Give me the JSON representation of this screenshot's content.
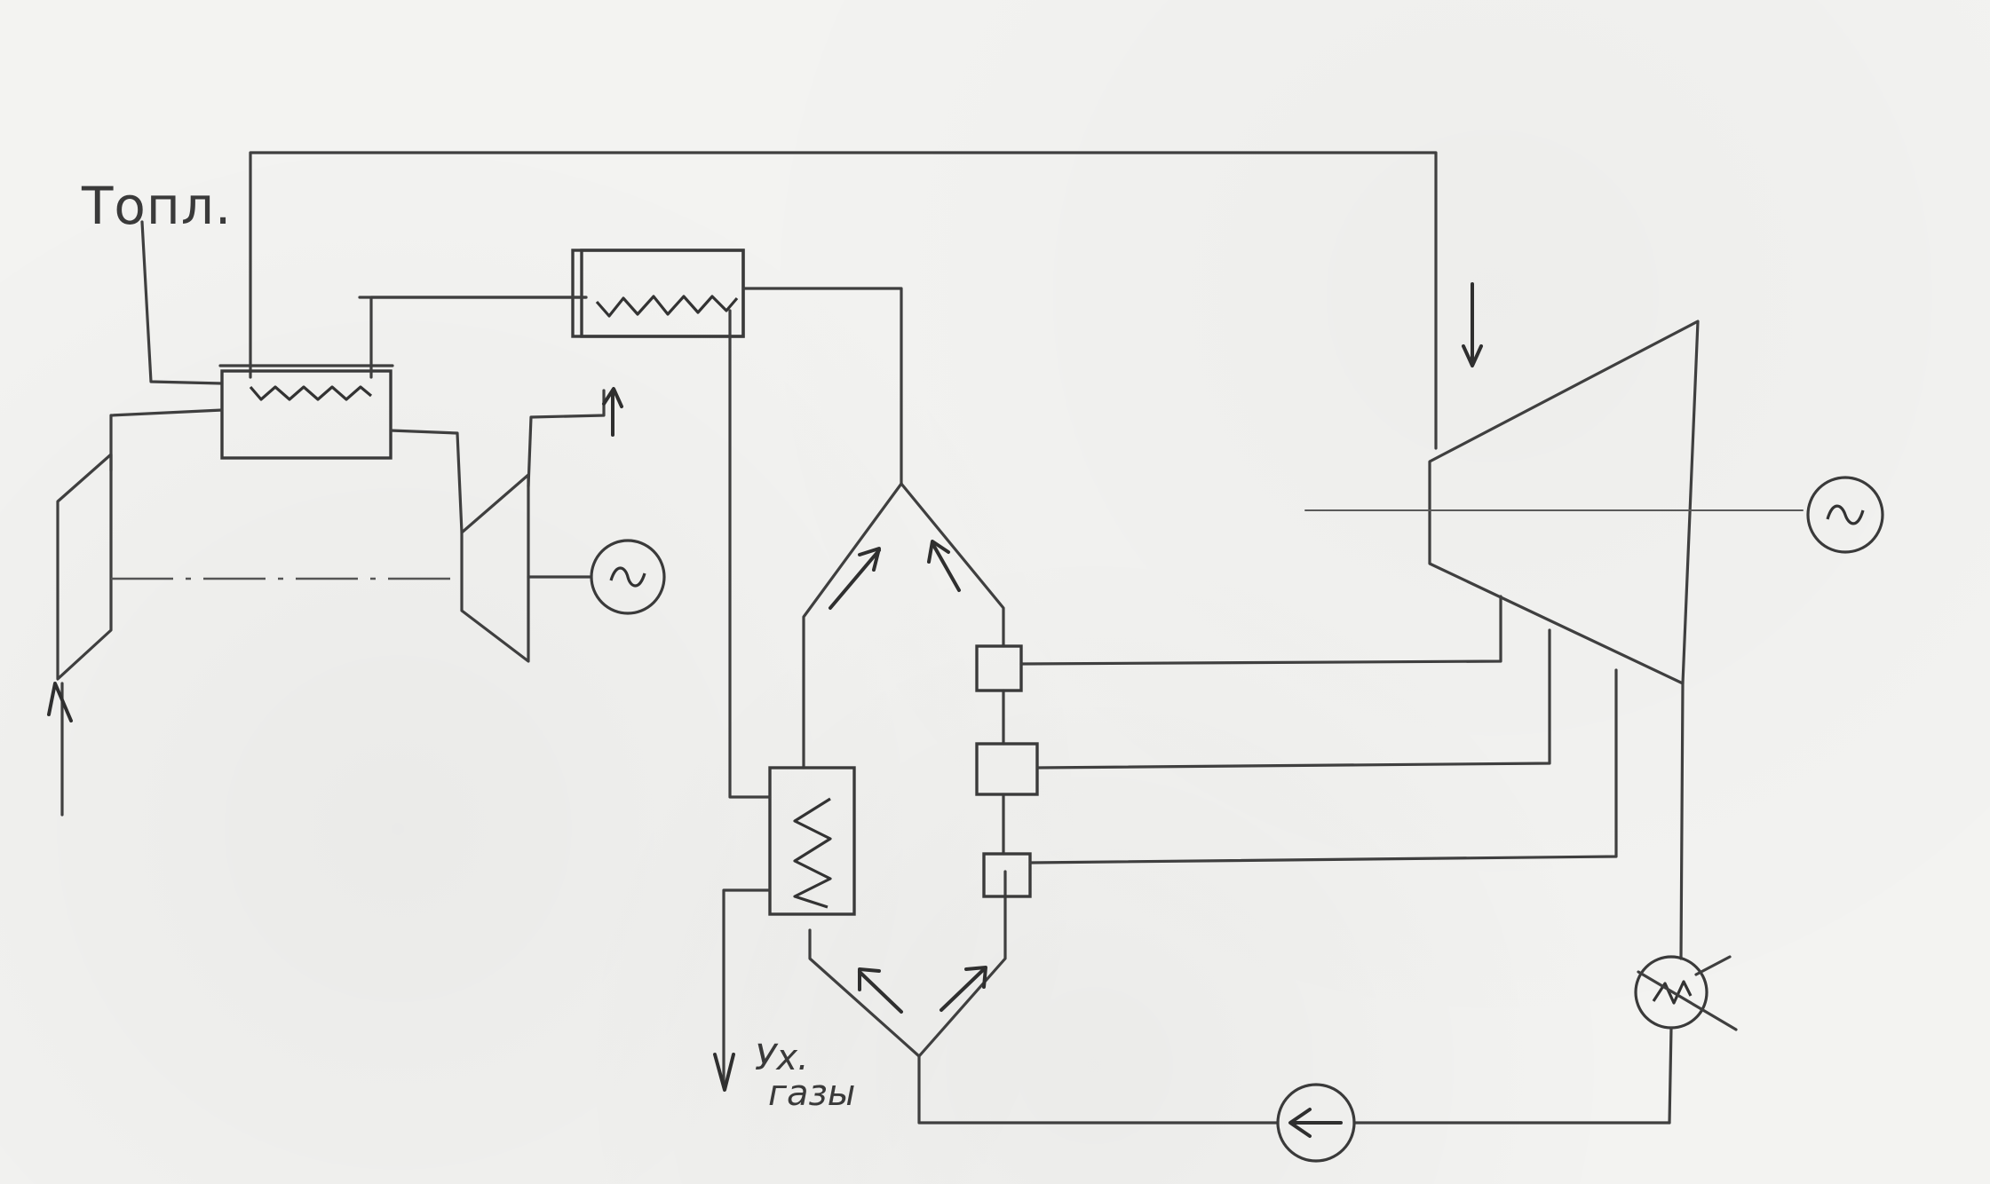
{
  "labels": {
    "fuel": "Топл.",
    "exhaust_line1": "Ух.",
    "exhaust_line2": "газы"
  },
  "icons": {
    "generator_symbol": "~"
  }
}
